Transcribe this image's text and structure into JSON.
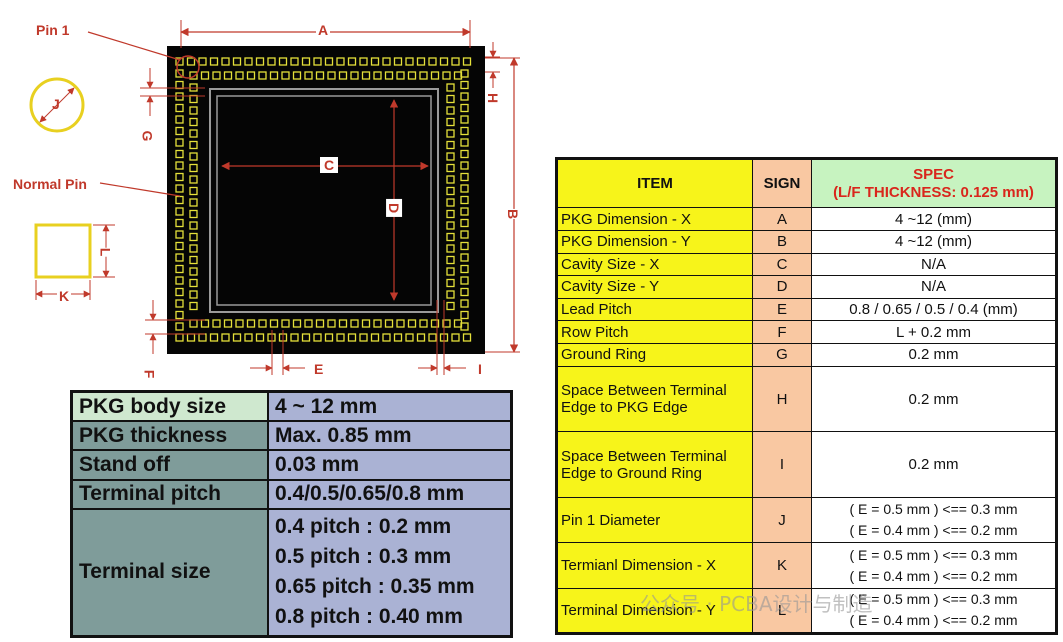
{
  "diagram": {
    "labels": {
      "pin1": "Pin 1",
      "normal_pin": "Normal Pin",
      "a": "A",
      "b": "B",
      "c": "C",
      "d": "D",
      "e": "E",
      "f": "F",
      "g": "G",
      "h": "H",
      "i": "I",
      "j": "J",
      "k": "K",
      "l": "L"
    },
    "colors": {
      "package": "#050505",
      "pad": "#e5e03a",
      "annotation": "#c0392b",
      "cavity_line": "#9a9a9a"
    }
  },
  "body_table": {
    "rows": [
      {
        "key": "PKG body size",
        "value": "4 ~ 12 mm"
      },
      {
        "key": "PKG thickness",
        "value": "Max. 0.85 mm"
      },
      {
        "key": "Stand off",
        "value": "0.03 mm"
      },
      {
        "key": "Terminal pitch",
        "value": "0.4/0.5/0.65/0.8 mm"
      }
    ],
    "terminal_size": {
      "key": "Terminal size",
      "values": [
        "0.4 pitch : 0.2 mm",
        "0.5 pitch : 0.3 mm",
        "0.65 pitch : 0.35 mm",
        "0.8 pitch : 0.40 mm"
      ]
    }
  },
  "spec_table": {
    "headers": {
      "item": "ITEM",
      "sign": "SIGN",
      "spec_line1": "SPEC",
      "spec_line2": "(L/F THICKNESS: 0.125 mm)"
    },
    "rows": [
      {
        "item": "PKG Dimension - X",
        "sign": "A",
        "spec": "4 ~12 (mm)"
      },
      {
        "item": "PKG Dimension - Y",
        "sign": "B",
        "spec": "4 ~12 (mm)"
      },
      {
        "item": "Cavity Size - X",
        "sign": "C",
        "spec": "N/A"
      },
      {
        "item": "Cavity Size - Y",
        "sign": "D",
        "spec": "N/A"
      },
      {
        "item": "Lead Pitch",
        "sign": "E",
        "spec": "0.8 / 0.65 / 0.5 / 0.4 (mm)"
      },
      {
        "item": "Row Pitch",
        "sign": "F",
        "spec": "L + 0.2 mm"
      },
      {
        "item": "Ground Ring",
        "sign": "G",
        "spec": "0.2 mm"
      },
      {
        "item": "Space Between Terminal Edge to PKG Edge",
        "sign": "H",
        "spec": "0.2 mm"
      },
      {
        "item": "Space Between Terminal Edge to Ground Ring",
        "sign": "I",
        "spec": "0.2 mm"
      }
    ],
    "multi_rows": [
      {
        "item": "Pin 1 Diameter",
        "sign": "J",
        "specs": [
          "( E = 0.5 mm )  <== 0.3 mm",
          "( E = 0.4 mm )  <== 0.2 mm"
        ]
      },
      {
        "item": "Termianl Dimension - X",
        "sign": "K",
        "specs": [
          "( E = 0.5 mm )  <== 0.3 mm",
          "( E = 0.4 mm )  <== 0.2 mm"
        ]
      },
      {
        "item": "Terminal Dimension - Y",
        "sign": "L",
        "specs": [
          "( E = 0.5 mm )  <== 0.3 mm",
          "( E = 0.4 mm )  <== 0.2 mm"
        ]
      }
    ]
  },
  "watermark": "公众号 · PCBA设计与制造"
}
